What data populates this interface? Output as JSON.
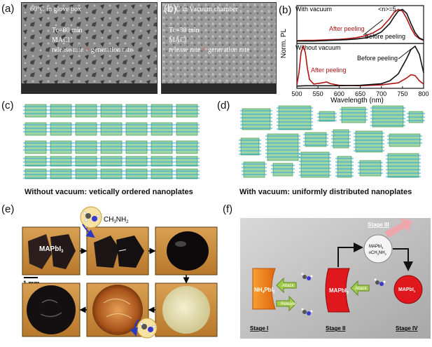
{
  "panels": {
    "a": {
      "label": "(a)",
      "lines": [
        "60°C in glove box",
        "Tc=80 min",
        "MACl",
        "release rate",
        "generation rate"
      ],
      "rel": ">"
    },
    "b_sem": {
      "label": "(b)",
      "lines": [
        "60°C in Vacuum chamber",
        "Tc=30 min",
        "MACl",
        "release rate",
        "generation rate"
      ],
      "rel": "<"
    },
    "b_plot": {
      "label": "(b)"
    },
    "c": {
      "label": "(c)",
      "caption": "Without vacuum: vetically ordered nanoplates"
    },
    "d": {
      "label": "(d)",
      "caption": "With vacuum: uniformly distributed nanoplates"
    },
    "e": {
      "label": "(e)",
      "formula_main": "MAPbI",
      "formula_sub": "3",
      "gas_main": "CH",
      "gas_sub": "3",
      "gas_tail": "NH",
      "gas_tail_sub": "2",
      "scale": "1 mm"
    },
    "f": {
      "label": "(f)",
      "stage1": "Stage I",
      "stage2": "Stage II",
      "stage3": "Stage III",
      "stage4": "Stage IV",
      "nh4": "NH",
      "nh4_sub": "4",
      "nh4_tail": "PbI",
      "nh4_tail_sub": "3",
      "mapbi": "MAPbI",
      "mapbi_sub": "3",
      "complex_top": "MAPbI",
      "complex_sub": "3",
      "complex_bot": "·xCH",
      "complex_bot_sub": "3",
      "complex_bot_tail": "NH",
      "complex_bot_tail_sub": "2",
      "attack": "Attack",
      "attack2": "Attack",
      "release": "Release"
    }
  },
  "chart_data": {
    "type": "line",
    "xlabel": "Wavelength (nm)",
    "ylabel": "Norm. PL",
    "xlim": [
      500,
      800
    ],
    "xticks": [
      500,
      550,
      600,
      650,
      700,
      750,
      800
    ],
    "subplots": [
      {
        "annotation": "With vacuum",
        "annotation2": "<n>=5",
        "series": [
          {
            "name": "After peeling",
            "color": "#b01515",
            "x": [
              500,
              520,
              540,
              560,
              580,
              600,
              620,
              640,
              660,
              680,
              700,
              720,
              730,
              740,
              750,
              760,
              770,
              780,
              790,
              800
            ],
            "y": [
              0.04,
              0.05,
              0.05,
              0.06,
              0.07,
              0.08,
              0.1,
              0.13,
              0.18,
              0.27,
              0.42,
              0.7,
              0.88,
              0.97,
              0.92,
              0.7,
              0.42,
              0.2,
              0.1,
              0.05
            ]
          },
          {
            "name": "Before peeling",
            "color": "#111111",
            "x": [
              500,
              520,
              540,
              560,
              580,
              600,
              620,
              640,
              660,
              680,
              700,
              720,
              730,
              740,
              750,
              760,
              770,
              780,
              790,
              800
            ],
            "y": [
              0.03,
              0.03,
              0.03,
              0.04,
              0.05,
              0.06,
              0.07,
              0.09,
              0.12,
              0.18,
              0.3,
              0.55,
              0.75,
              0.92,
              0.97,
              0.85,
              0.55,
              0.28,
              0.12,
              0.06
            ]
          }
        ]
      },
      {
        "annotation": "Without vacuum",
        "series": [
          {
            "name": "After peeling",
            "color": "#b01515",
            "x": [
              500,
              505,
              510,
              515,
              520,
              525,
              530,
              540,
              560,
              570,
              580,
              600,
              650,
              700,
              740,
              760,
              770,
              780,
              790,
              800
            ],
            "y": [
              0.05,
              0.35,
              0.85,
              1.0,
              0.85,
              0.45,
              0.18,
              0.07,
              0.1,
              0.12,
              0.08,
              0.04,
              0.03,
              0.05,
              0.1,
              0.22,
              0.3,
              0.28,
              0.15,
              0.07
            ]
          },
          {
            "name": "Before peeling",
            "color": "#111111",
            "x": [
              500,
              520,
              540,
              560,
              600,
              650,
              700,
              720,
              740,
              760,
              770,
              780,
              790,
              800
            ],
            "y": [
              0.02,
              0.03,
              0.03,
              0.03,
              0.03,
              0.04,
              0.08,
              0.15,
              0.32,
              0.7,
              0.92,
              1.0,
              0.8,
              0.35
            ]
          }
        ]
      }
    ]
  }
}
